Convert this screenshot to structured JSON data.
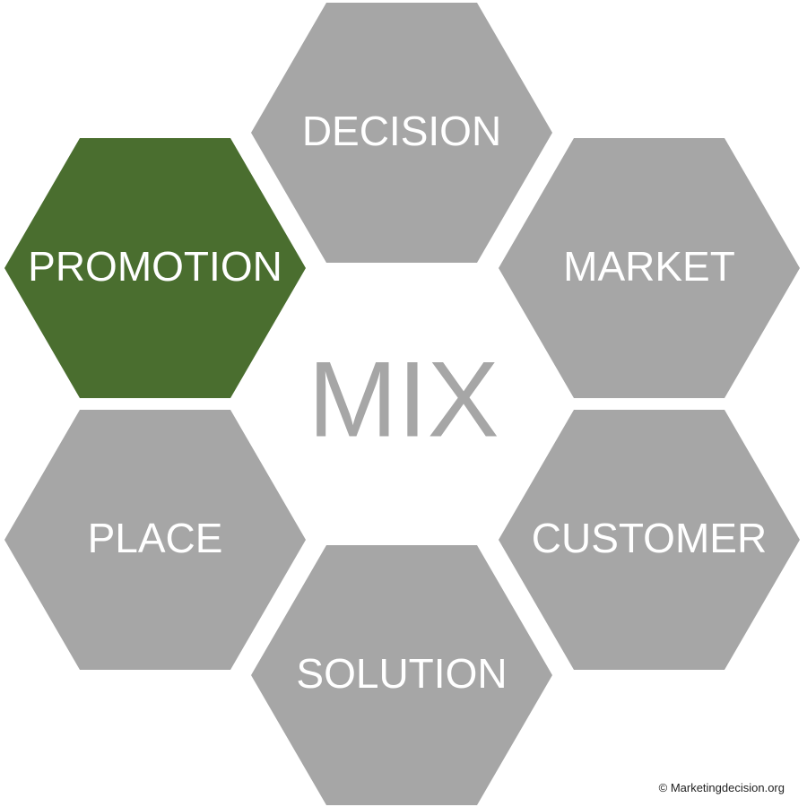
{
  "diagram": {
    "center_label": "MIX",
    "center_color": "#a6a6a6",
    "default_fill": "#a6a6a6",
    "highlight_fill": "#4a6e2f",
    "label_color": "#ffffff",
    "hexagons": [
      {
        "id": "decision",
        "label": "DECISION",
        "highlighted": false
      },
      {
        "id": "market",
        "label": "MARKET",
        "highlighted": false
      },
      {
        "id": "customer",
        "label": "CUSTOMER",
        "highlighted": false
      },
      {
        "id": "solution",
        "label": "SOLUTION",
        "highlighted": false
      },
      {
        "id": "place",
        "label": "PLACE",
        "highlighted": false
      },
      {
        "id": "promotion",
        "label": "PROMOTION",
        "highlighted": true
      }
    ]
  },
  "footer": {
    "copyright": "© Marketingdecision.org"
  }
}
